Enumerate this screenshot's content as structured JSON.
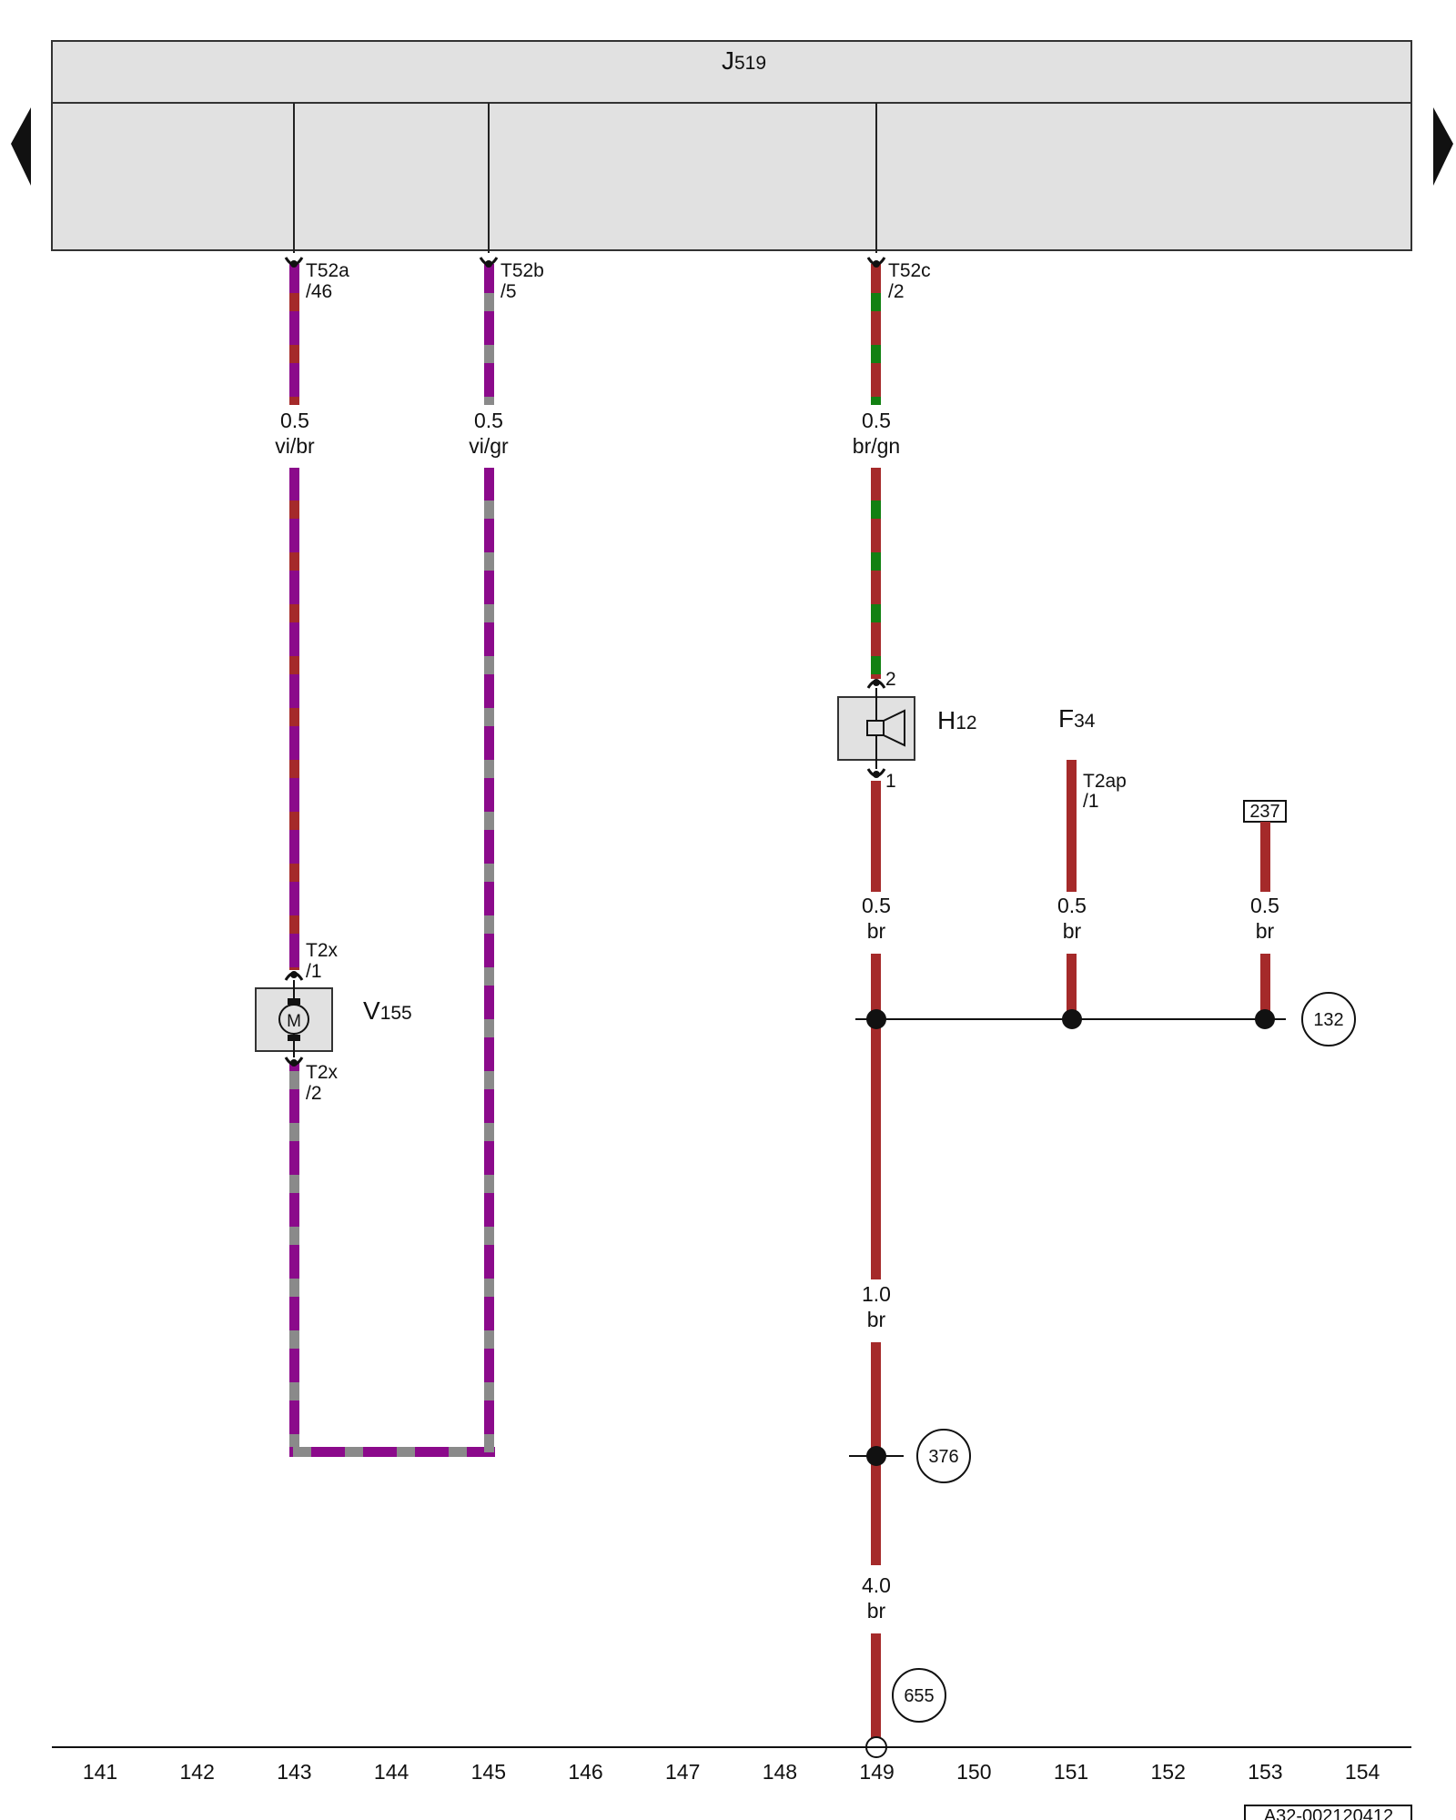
{
  "module": {
    "name": "J",
    "sub": "519"
  },
  "connectors": {
    "j519_a": {
      "name": "T52a",
      "pin": "/46"
    },
    "j519_b": {
      "name": "T52b",
      "pin": "/5"
    },
    "j519_c": {
      "name": "T52c",
      "pin": "/2"
    },
    "v155_top": {
      "name": "T2x",
      "pin": "/1"
    },
    "v155_bot": {
      "name": "T2x",
      "pin": "/2"
    },
    "f34": {
      "name": "T2ap",
      "pin": "/1"
    },
    "h12_top_pin": "2",
    "h12_bot_pin": "1"
  },
  "wires": {
    "w_vibr": {
      "size": "0.5",
      "color": "vi/br"
    },
    "w_vigr": {
      "size": "0.5",
      "color": "vi/gr"
    },
    "w_brgn": {
      "size": "0.5",
      "color": "br/gn"
    },
    "w_br_h12": {
      "size": "0.5",
      "color": "br"
    },
    "w_br_f34": {
      "size": "0.5",
      "color": "br"
    },
    "w_br_237": {
      "size": "0.5",
      "color": "br"
    },
    "w_br_main": {
      "size": "1.0",
      "color": "br"
    },
    "w_br_ground": {
      "size": "4.0",
      "color": "br"
    }
  },
  "components": {
    "v155": {
      "name": "V",
      "sub": "155",
      "symbol": "M"
    },
    "h12": {
      "name": "H",
      "sub": "12"
    },
    "f34": {
      "name": "F",
      "sub": "34"
    }
  },
  "refs": {
    "r237": "237",
    "r132": "132",
    "r376": "376",
    "r655": "655"
  },
  "grid_numbers": [
    "141",
    "142",
    "143",
    "144",
    "145",
    "146",
    "147",
    "148",
    "149",
    "150",
    "151",
    "152",
    "153",
    "154"
  ],
  "doc_id": "A32-002120412",
  "colors": {
    "violet": "#8b0a8b",
    "brown_red": "#a52a2a",
    "grey": "#8a8a8a",
    "green": "#128012",
    "module_fill": "#e1e1e1"
  },
  "icons": {
    "prev": "left-triangle-arrow",
    "next": "right-triangle-arrow"
  }
}
